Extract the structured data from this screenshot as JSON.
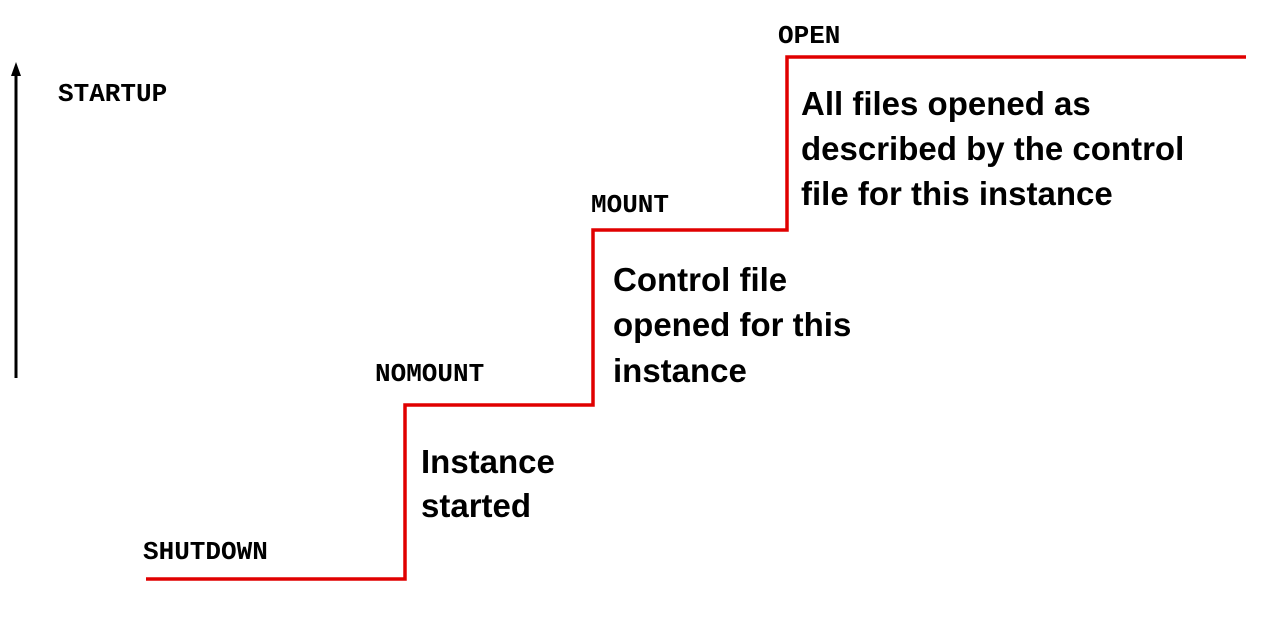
{
  "axis": {
    "label": "STARTUP",
    "arrow_icon": "up-arrow-icon"
  },
  "colors": {
    "step_line": "#e00000",
    "text": "#000000",
    "axis": "#000000"
  },
  "stages": [
    {
      "id": "shutdown",
      "name": "SHUTDOWN",
      "level": 0,
      "description": []
    },
    {
      "id": "nomount",
      "name": "NOMOUNT",
      "level": 1,
      "description": [
        "Instance",
        "started"
      ]
    },
    {
      "id": "mount",
      "name": "MOUNT",
      "level": 2,
      "description": [
        "Control file",
        "opened for this",
        "instance"
      ]
    },
    {
      "id": "open",
      "name": "OPEN",
      "level": 3,
      "description": [
        "All files opened as",
        "described by the control",
        "file for this instance"
      ]
    }
  ]
}
